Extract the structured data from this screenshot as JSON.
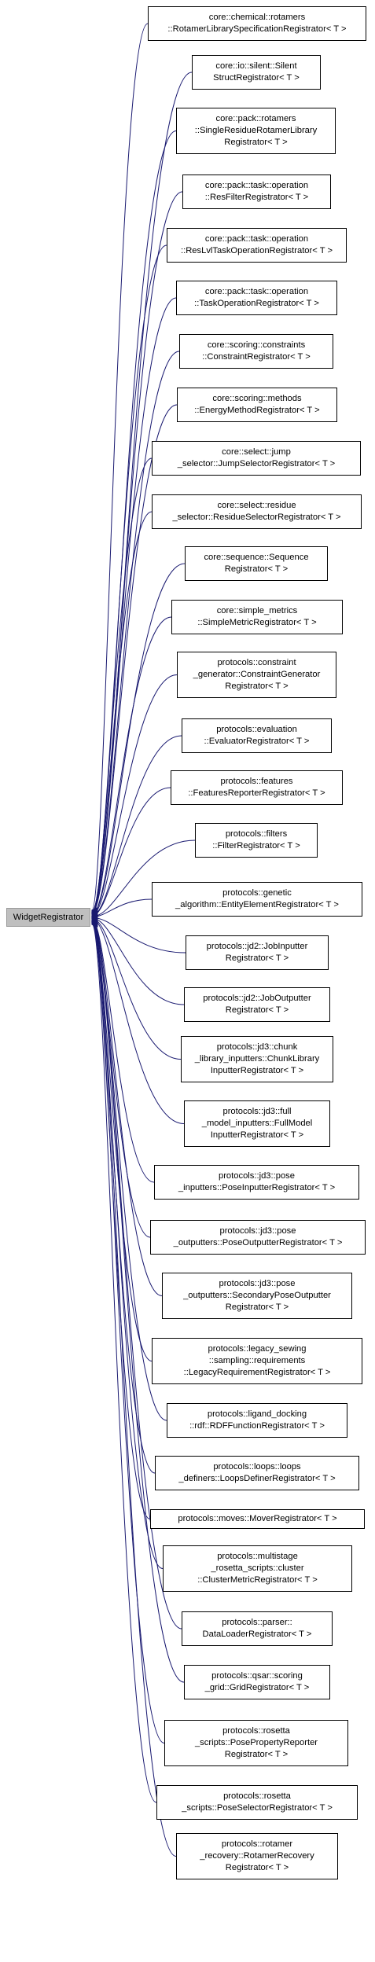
{
  "base_class": {
    "label": "WidgetRegistrator"
  },
  "edge_color": "#191970",
  "derived_classes": [
    {
      "lines": [
        "core::chemical::rotamers",
        "::RotamerLibrarySpecificationRegistrator< T >"
      ]
    },
    {
      "lines": [
        "core::io::silent::Silent",
        "StructRegistrator< T >"
      ]
    },
    {
      "lines": [
        "core::pack::rotamers",
        "::SingleResidueRotamerLibrary",
        "Registrator< T >"
      ]
    },
    {
      "lines": [
        "core::pack::task::operation",
        "::ResFilterRegistrator< T >"
      ]
    },
    {
      "lines": [
        "core::pack::task::operation",
        "::ResLvlTaskOperationRegistrator< T >"
      ]
    },
    {
      "lines": [
        "core::pack::task::operation",
        "::TaskOperationRegistrator< T >"
      ]
    },
    {
      "lines": [
        "core::scoring::constraints",
        "::ConstraintRegistrator< T >"
      ]
    },
    {
      "lines": [
        "core::scoring::methods",
        "::EnergyMethodRegistrator< T >"
      ]
    },
    {
      "lines": [
        "core::select::jump",
        "_selector::JumpSelectorRegistrator< T >"
      ]
    },
    {
      "lines": [
        "core::select::residue",
        "_selector::ResidueSelectorRegistrator< T >"
      ]
    },
    {
      "lines": [
        "core::sequence::Sequence",
        "Registrator< T >"
      ]
    },
    {
      "lines": [
        "core::simple_metrics",
        "::SimpleMetricRegistrator< T >"
      ]
    },
    {
      "lines": [
        "protocols::constraint",
        "_generator::ConstraintGenerator",
        "Registrator< T >"
      ]
    },
    {
      "lines": [
        "protocols::evaluation",
        "::EvaluatorRegistrator< T >"
      ]
    },
    {
      "lines": [
        "protocols::features",
        "::FeaturesReporterRegistrator< T >"
      ]
    },
    {
      "lines": [
        "protocols::filters",
        "::FilterRegistrator< T >"
      ]
    },
    {
      "lines": [
        "protocols::genetic",
        "_algorithm::EntityElementRegistrator< T >"
      ]
    },
    {
      "lines": [
        "protocols::jd2::JobInputter",
        "Registrator< T >"
      ]
    },
    {
      "lines": [
        "protocols::jd2::JobOutputter",
        "Registrator< T >"
      ]
    },
    {
      "lines": [
        "protocols::jd3::chunk",
        "_library_inputters::ChunkLibrary",
        "InputterRegistrator< T >"
      ]
    },
    {
      "lines": [
        "protocols::jd3::full",
        "_model_inputters::FullModel",
        "InputterRegistrator< T >"
      ]
    },
    {
      "lines": [
        "protocols::jd3::pose",
        "_inputters::PoseInputterRegistrator< T >"
      ]
    },
    {
      "lines": [
        "protocols::jd3::pose",
        "_outputters::PoseOutputterRegistrator< T >"
      ]
    },
    {
      "lines": [
        "protocols::jd3::pose",
        "_outputters::SecondaryPoseOutputter",
        "Registrator< T >"
      ]
    },
    {
      "lines": [
        "protocols::legacy_sewing",
        "::sampling::requirements",
        "::LegacyRequirementRegistrator< T >"
      ]
    },
    {
      "lines": [
        "protocols::ligand_docking",
        "::rdf::RDFFunctionRegistrator< T >"
      ]
    },
    {
      "lines": [
        "protocols::loops::loops",
        "_definers::LoopsDefinerRegistrator< T >"
      ]
    },
    {
      "lines": [
        "protocols::moves::MoverRegistrator< T >"
      ]
    },
    {
      "lines": [
        "protocols::multistage",
        "_rosetta_scripts::cluster",
        "::ClusterMetricRegistrator< T >"
      ]
    },
    {
      "lines": [
        "protocols::parser::",
        "DataLoaderRegistrator< T >"
      ]
    },
    {
      "lines": [
        "protocols::qsar::scoring",
        "_grid::GridRegistrator< T >"
      ]
    },
    {
      "lines": [
        "protocols::rosetta",
        "_scripts::PosePropertyReporter",
        "Registrator< T >"
      ]
    },
    {
      "lines": [
        "protocols::rosetta",
        "_scripts::PoseSelectorRegistrator< T >"
      ]
    },
    {
      "lines": [
        "protocols::rotamer",
        "_recovery::RotamerRecovery",
        "Registrator< T >"
      ]
    }
  ]
}
